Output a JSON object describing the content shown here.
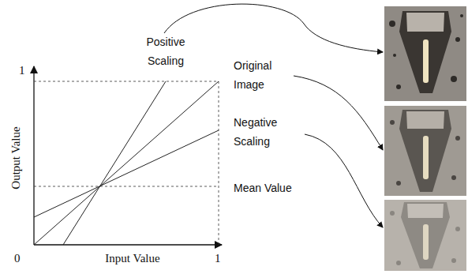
{
  "diagram": {
    "labels": [
      "1",
      "Positive Scaling",
      "Original Image",
      "Negative Scaling",
      "Mean Value",
      "Output Value",
      "0",
      "Input Value",
      "1"
    ]
  }
}
